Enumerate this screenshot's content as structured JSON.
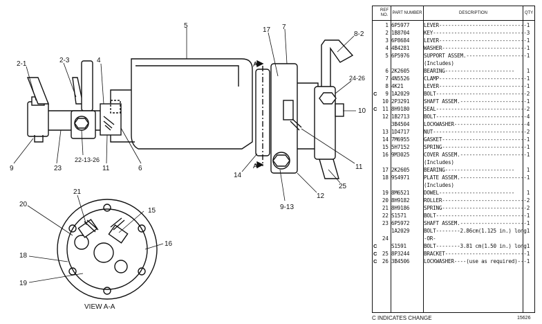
{
  "drawing": {
    "callouts": [
      "2-1",
      "2-3",
      "4",
      "5",
      "17",
      "7",
      "8-2",
      "24-26",
      "10",
      "9",
      "23",
      "22-13-26",
      "11",
      "6",
      "14",
      "9-13",
      "12",
      "25",
      "11",
      "A",
      "A"
    ],
    "view_title": "VIEW A-A",
    "view_callouts": [
      "21",
      "20",
      "15",
      "16",
      "18",
      "19"
    ]
  },
  "table": {
    "headers": {
      "ref": "REF NO.",
      "part": "PART NUMBER",
      "desc": "DESCRIPTION",
      "qty": "QTY"
    },
    "rows": [
      {
        "flag": "",
        "ref": "1",
        "part": "6P5977",
        "desc": "LEVER-----------------------------",
        "qty": "1"
      },
      {
        "flag": "",
        "ref": "2",
        "part": "1B8704",
        "desc": "KEY-------------------------------",
        "qty": "3"
      },
      {
        "flag": "",
        "ref": "3",
        "part": "6P8684",
        "desc": "LEVER-----------------------------",
        "qty": "1"
      },
      {
        "flag": "",
        "ref": "4",
        "part": "4B4281",
        "desc": "WASHER----------------------------",
        "qty": "1"
      },
      {
        "flag": "",
        "ref": "5",
        "part": "6P5976",
        "desc": "SUPPORT ASSEM.--------------------",
        "qty": "1"
      },
      {
        "flag": "",
        "ref": "",
        "part": "",
        "desc": "    (Includes)",
        "qty": ""
      },
      {
        "flag": "",
        "ref": "6",
        "part": "2K2605",
        "desc": "    BEARING-----------------------",
        "qty": "1"
      },
      {
        "flag": "",
        "ref": "7",
        "part": "4N5526",
        "desc": "CLAMP-----------------------------",
        "qty": "1"
      },
      {
        "flag": "",
        "ref": "8",
        "part": "4K21",
        "desc": "LEVER-----------------------------",
        "qty": "1"
      },
      {
        "flag": "C",
        "ref": "9",
        "part": "1A2029",
        "desc": "BOLT------------------------------",
        "qty": "2"
      },
      {
        "flag": "",
        "ref": "10",
        "part": "2P3291",
        "desc": "SHAFT ASSEM.----------------------",
        "qty": "1"
      },
      {
        "flag": "C",
        "ref": "11",
        "part": "8H9180",
        "desc": "SEAL------------------------------",
        "qty": "2"
      },
      {
        "flag": "",
        "ref": "12",
        "part": "1B2713",
        "desc": "BOLT------------------------------",
        "qty": "4"
      },
      {
        "flag": "",
        "ref": "",
        "part": "3B4504",
        "desc": "LOCKWASHER------------------------",
        "qty": "4"
      },
      {
        "flag": "",
        "ref": "13",
        "part": "1D4717",
        "desc": "NUT-------------------------------",
        "qty": "2"
      },
      {
        "flag": "",
        "ref": "14",
        "part": "7M6955",
        "desc": "GASKET----------------------------",
        "qty": "1"
      },
      {
        "flag": "",
        "ref": "15",
        "part": "5H7152",
        "desc": "SPRING----------------------------",
        "qty": "1"
      },
      {
        "flag": "",
        "ref": "16",
        "part": "9M3025",
        "desc": "COVER ASSEM.----------------------",
        "qty": "1"
      },
      {
        "flag": "",
        "ref": "",
        "part": "",
        "desc": "    (Includes)",
        "qty": ""
      },
      {
        "flag": "",
        "ref": "17",
        "part": "2K2605",
        "desc": "    BEARING-----------------------",
        "qty": "1"
      },
      {
        "flag": "",
        "ref": "18",
        "part": "9S4971",
        "desc": "PLATE ASSEM.----------------------",
        "qty": "1"
      },
      {
        "flag": "",
        "ref": "",
        "part": "",
        "desc": "    (Includes)",
        "qty": ""
      },
      {
        "flag": "",
        "ref": "19",
        "part": "8M6521",
        "desc": "    DOWEL-------------------------",
        "qty": "1"
      },
      {
        "flag": "",
        "ref": "20",
        "part": "8H9182",
        "desc": "ROLLER----------------------------",
        "qty": "2"
      },
      {
        "flag": "",
        "ref": "21",
        "part": "8H9186",
        "desc": "SPRING----------------------------",
        "qty": "2"
      },
      {
        "flag": "",
        "ref": "22",
        "part": "S1571",
        "desc": "BOLT------------------------------",
        "qty": "1"
      },
      {
        "flag": "",
        "ref": "23",
        "part": "6P5972",
        "desc": "SHAFT ASSEM.----------------------",
        "qty": "1"
      },
      {
        "flag": "",
        "ref": "",
        "part": "1A2029",
        "desc": "BOLT--------2.86cm(1.125 in.) long",
        "qty": "1"
      },
      {
        "flag": "",
        "ref": "24",
        "part": "",
        "desc": "              -OR-",
        "qty": ""
      },
      {
        "flag": "C",
        "ref": "",
        "part": "S1591",
        "desc": "BOLT--------3.81 cm(1.50 in.) long",
        "qty": "1"
      },
      {
        "flag": "C",
        "ref": "25",
        "part": "8P3244",
        "desc": "BRACKET---------------------------",
        "qty": "1"
      },
      {
        "flag": "C",
        "ref": "26",
        "part": "3B4506",
        "desc": "LOCKWASHER----(use as required)---",
        "qty": "1"
      }
    ],
    "footer_note": "C INDICATES CHANGE",
    "footer_id": "15626"
  }
}
